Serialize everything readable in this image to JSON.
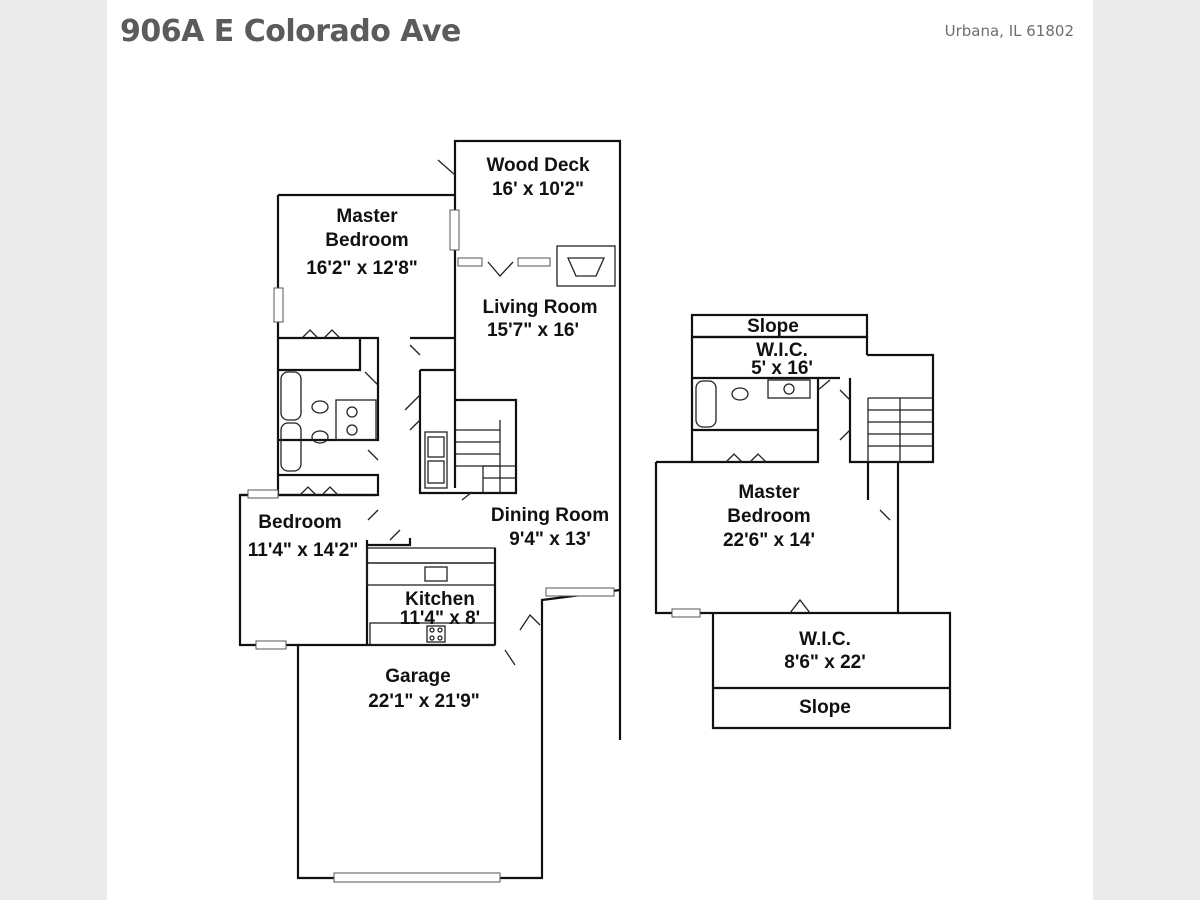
{
  "header": {
    "title": "906A E Colorado Ave",
    "location": "Urbana, IL 61802"
  },
  "first_floor": {
    "wood_deck": {
      "name": "Wood Deck",
      "dims": "16' x 10'2\""
    },
    "master_bedroom": {
      "name_line1": "Master",
      "name_line2": "Bedroom",
      "dims": "16'2\" x 12'8\""
    },
    "living_room": {
      "name": "Living Room",
      "dims": "15'7\" x 16'"
    },
    "bedroom": {
      "name": "Bedroom",
      "dims": "11'4\" x 14'2\""
    },
    "dining_room": {
      "name": "Dining Room",
      "dims": "9'4\" x 13'"
    },
    "kitchen": {
      "name": "Kitchen",
      "dims": "11'4\" x 8'"
    },
    "garage": {
      "name": "Garage",
      "dims": "22'1\" x 21'9\""
    }
  },
  "second_floor": {
    "slope_top": {
      "name": "Slope"
    },
    "wic_small": {
      "name": "W.I.C.",
      "dims": "5' x 16'"
    },
    "master_bedroom": {
      "name_line1": "Master",
      "name_line2": "Bedroom",
      "dims": "22'6\" x 14'"
    },
    "wic_large": {
      "name": "W.I.C.",
      "dims": "8'6\" x 22'"
    },
    "slope_bottom": {
      "name": "Slope"
    }
  }
}
